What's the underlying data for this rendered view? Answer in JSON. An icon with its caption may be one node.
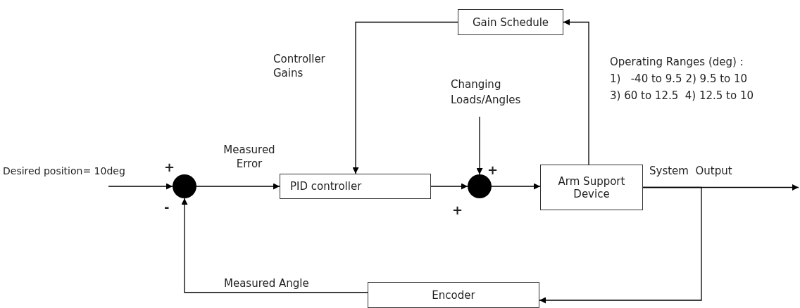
{
  "diagram": {
    "nodes": [
      {
        "text": [],
        "shape": "circle"
      },
      {
        "text": [
          "PID controller"
        ]
      },
      {
        "text": [],
        "shape": "circle"
      },
      {
        "text": [
          "Arm Support Device"
        ]
      },
      {
        "text": [
          "Gain Schedule"
        ]
      },
      {
        "text": [
          "Encoder"
        ]
      },
      {
        "text": [
          "Desired position= 10deg"
        ]
      },
      {
        "text": [
          "Changing Loads/Angles"
        ]
      }
    ],
    "edges": [
      {
        "from": 6,
        "to": 0,
        "arrow": "to"
      },
      {
        "from": 0,
        "to": 1,
        "arrow": "to",
        "label": "Measured Error"
      },
      {
        "from": 1,
        "to": 2,
        "arrow": "to"
      },
      {
        "from": 7,
        "to": 2,
        "arrow": "to"
      },
      {
        "from": 2,
        "to": 3,
        "arrow": "to"
      },
      {
        "from": 3,
        "to": null,
        "arrow": "to",
        "label": "System  Output"
      },
      {
        "from": 3,
        "to": 4,
        "arrow": "to"
      },
      {
        "from": 4,
        "to": 1,
        "arrow": "to",
        "label": "Controller Gains"
      },
      {
        "from": 3,
        "to": 5,
        "arrow": "to"
      },
      {
        "from": 5,
        "to": 0,
        "arrow": "to",
        "label": "Measured Angle"
      }
    ],
    "labels": [
      "+",
      "-",
      "+",
      "+",
      "Operating Ranges (deg) :",
      "1)   -40 to 9.5 2) 9.5 to 10",
      "3) 60 to 12.5  4) 12.5 to 10"
    ]
  }
}
